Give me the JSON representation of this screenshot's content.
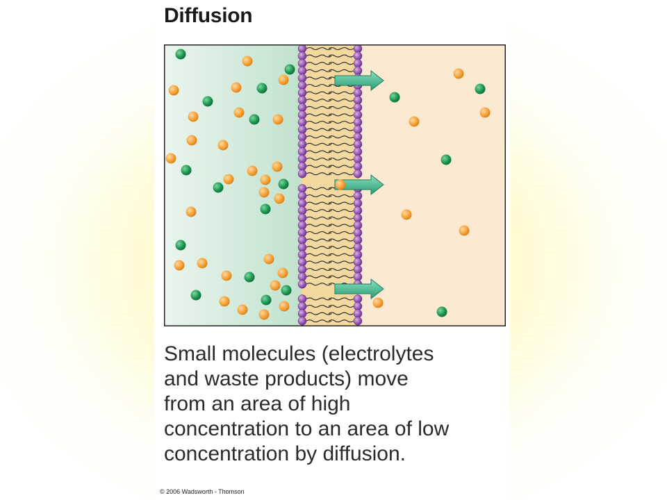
{
  "title": "Diffusion",
  "caption": {
    "lines": [
      "Small molecules (electrolytes",
      "and waste products) move",
      "from an area of high",
      "concentration to an area of low",
      "concentration by diffusion."
    ]
  },
  "copyright": "© 2006 Wadsworth - Thomson",
  "colors": {
    "left_region": "#cfe9d8",
    "right_region": "#fbe9d2",
    "membrane_head": "#9b59b6",
    "membrane_fill": "#f3d9a0",
    "orange_molecule": "#f6a33b",
    "green_molecule": "#1f9a55",
    "arrow": "#3bb08a",
    "frame": "#222222"
  },
  "icons": [
    "orange-molecule-icon",
    "green-molecule-icon",
    "diffusion-arrow-icon",
    "lipid-head-icon"
  ]
}
